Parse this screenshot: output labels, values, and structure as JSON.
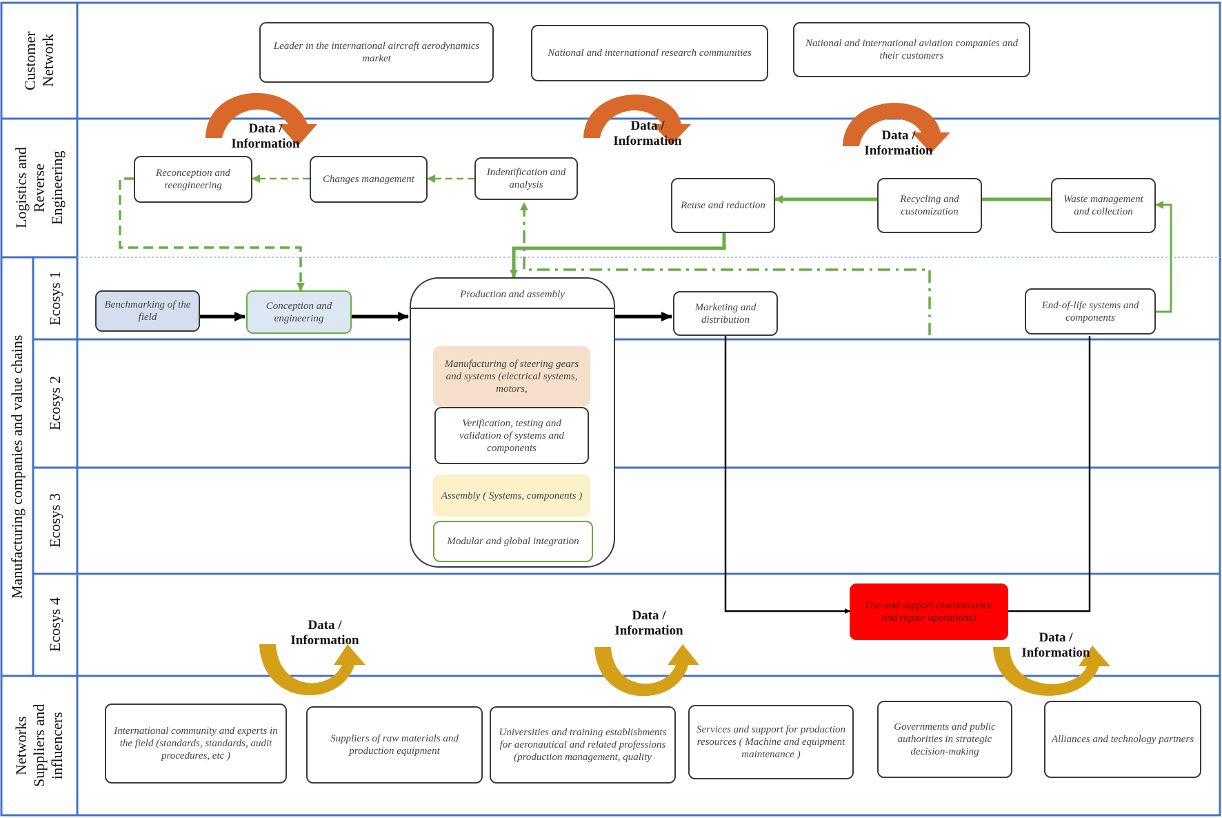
{
  "lanes": {
    "customer": "Customer\nNetwork",
    "logistics": "Logistics and\nReverse\nEngineering",
    "manufacturing": "Manufacturing companies and value chains",
    "ecosys1": "Ecosys 1",
    "ecosys2": "Ecosys 2",
    "ecosys3": "Ecosys 3",
    "ecosys4": "Ecosys 4",
    "networks": "Networks\nSuppliers and\ninfluencers"
  },
  "flow_label": "Data /\nInformation",
  "customer": {
    "leader": "Leader in the international aircraft aerodynamics market",
    "research": "National and international research communities",
    "aviation": "National and international aviation companies and their customers"
  },
  "logistics": {
    "reconception": "Reconception and reengineering",
    "changes": "Changes management",
    "identification": "Indentification and analysis",
    "reuse": "Reuse and reduction",
    "recycling": "Recycling and customization",
    "waste": "Waste management and collection"
  },
  "ecosys1": {
    "benchmarking": "Benchmarking of the field",
    "conception": "Conception and engineering",
    "production": "Production and assembly",
    "marketing": "Marketing and distribution",
    "endoflife": "End-of-life systems and components"
  },
  "production_steps": {
    "manufacturing": "Manufacturing of steering gears and systems (electrical systems, motors,",
    "verification": "Verification, testing and validation of systems and components",
    "assembly": "Assembly ( Systems, components )",
    "modular": "Modular and global integration"
  },
  "ecosys4": {
    "use_support": "Use and support (maintenance and repair operations)"
  },
  "networks": {
    "community": "International community and experts in the field (standards, standards, audit procedures, etc )",
    "suppliers": "Suppliers of raw materials and production equipment",
    "universities": "Universities and training establishments for aeronautical and related professions (production management, quality",
    "services": "Services and support for production resources ( Machine and equipment maintenance )",
    "governments": "Governments and public authorities in strategic decision-making",
    "alliances": "Alliances and technology partners"
  },
  "colors": {
    "lane_border": "#4472c4",
    "green_flow": "#6aad45",
    "orange_arrow": "#d9692a",
    "gold_arrow": "#d4a017",
    "red_box": "#ff0000"
  }
}
